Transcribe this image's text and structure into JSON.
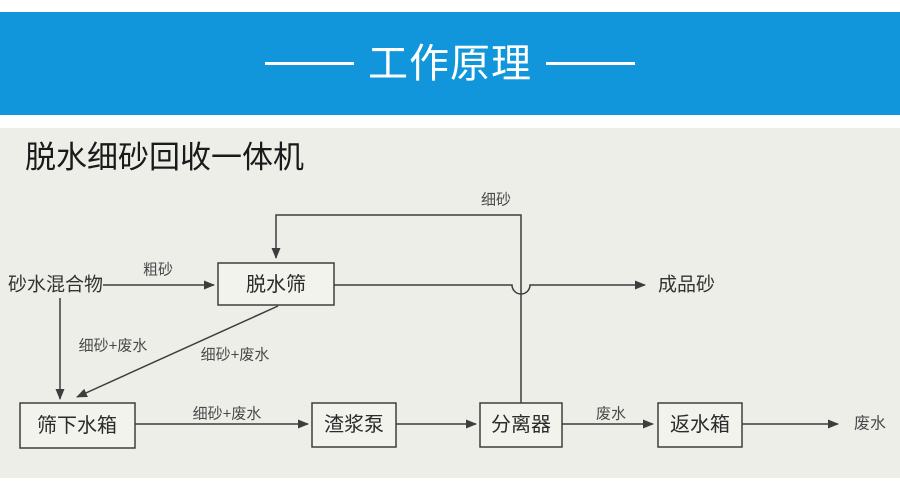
{
  "banner": {
    "title": "工作原理"
  },
  "panel": {
    "heading": "脱水细砂回收一体机"
  },
  "diagram": {
    "source_label": "砂水混合物",
    "nodes": [
      {
        "id": "dewatering-screen",
        "label": "脱水筛"
      },
      {
        "id": "under-screen-water-tank",
        "label": "筛下水箱"
      },
      {
        "id": "slurry-pump",
        "label": "渣浆泵"
      },
      {
        "id": "separator",
        "label": "分离器"
      },
      {
        "id": "return-water-tank",
        "label": "返水箱"
      }
    ],
    "outputs": {
      "product": "成品砂",
      "waste": "废水"
    },
    "flow_labels": {
      "coarse_sand": "粗砂",
      "fine_sand_return": "细砂",
      "fine_sand_waste_vertical": "细砂+废水",
      "fine_sand_waste_diagonal": "细砂+废水",
      "fine_sand_waste_horizontal": "细砂+废水",
      "waste_water_mid": "废水"
    }
  },
  "colors": {
    "banner_blue": "#1196db",
    "panel_gray": "#eeeee9",
    "line_dark": "#3d3d3d",
    "box_fill": "#f3f3ee"
  }
}
